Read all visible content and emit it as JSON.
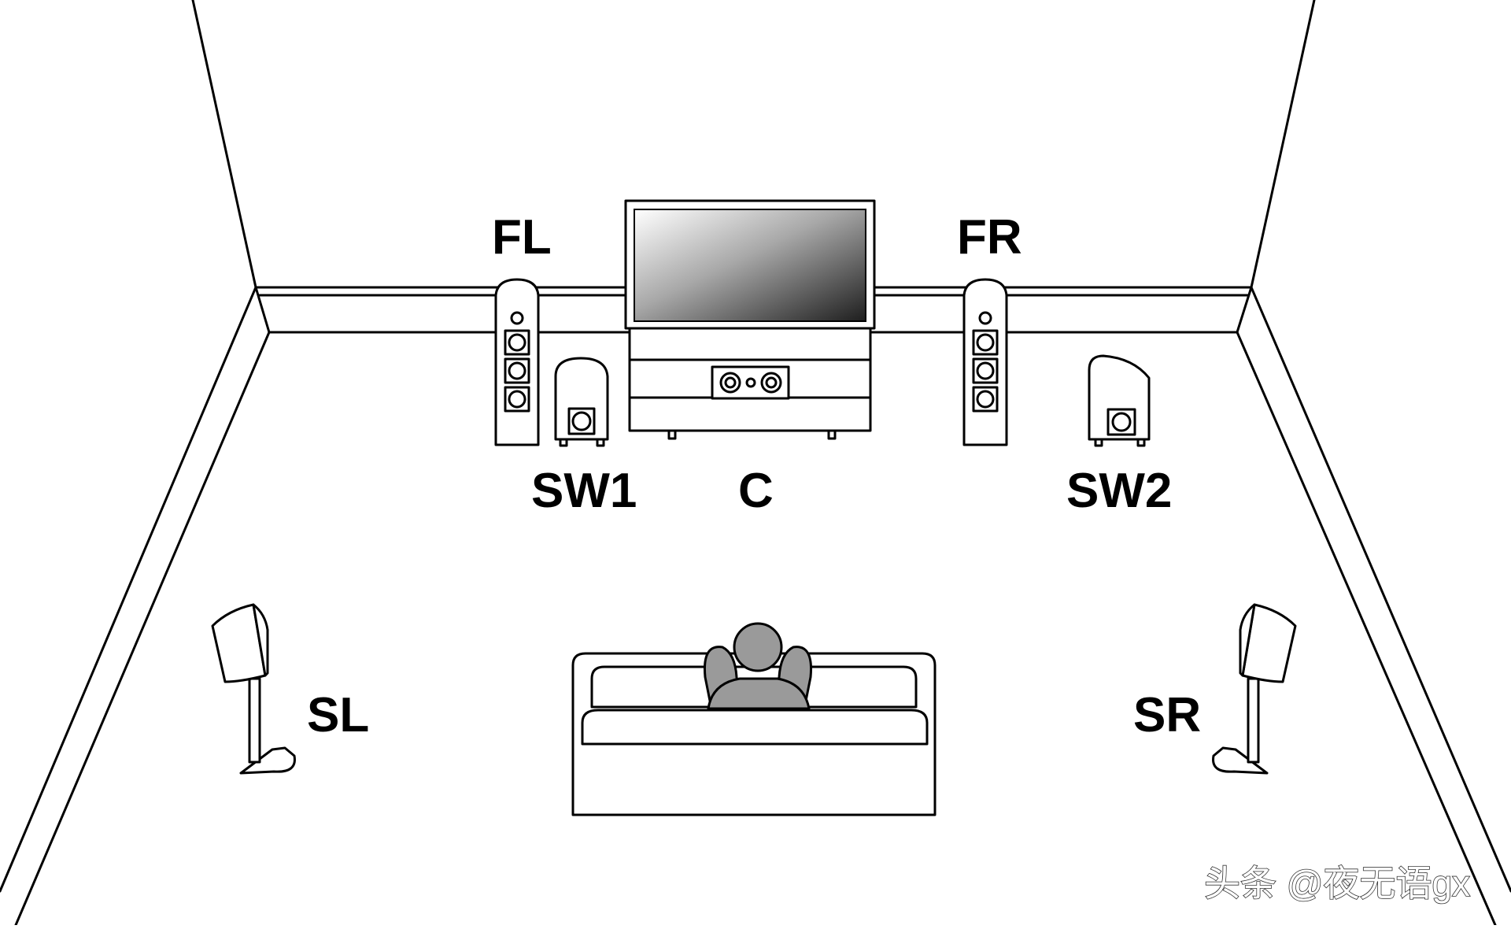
{
  "speakers": {
    "front_left": "FL",
    "front_right": "FR",
    "center": "C",
    "subwoofer_1": "SW1",
    "subwoofer_2": "SW2",
    "surround_left": "SL",
    "surround_right": "SR"
  },
  "watermark": "头条 @夜无语gx",
  "colors": {
    "line": "#000000",
    "background": "#ffffff",
    "listener": "#9a9a9a"
  }
}
